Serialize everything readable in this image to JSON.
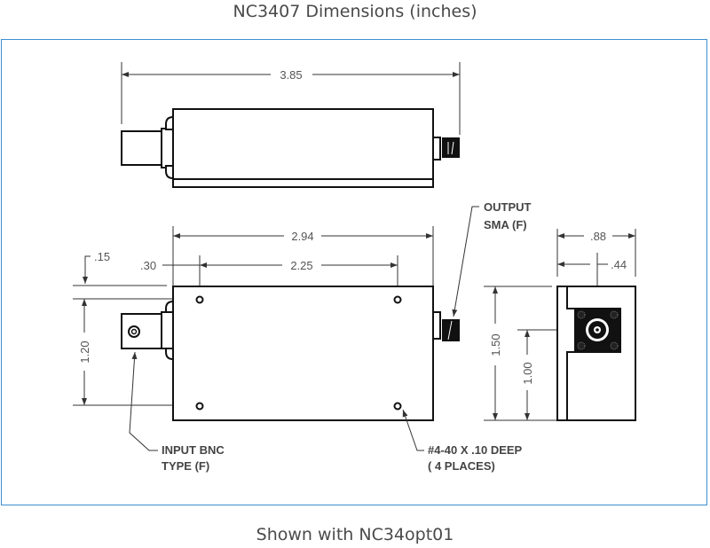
{
  "title": "NC3407 Dimensions (inches)",
  "caption": "Shown with NC34opt01",
  "colors": {
    "frame": "#3d8fd1",
    "line": "#111111",
    "text": "#555555"
  },
  "drawing": {
    "top_view": {
      "overall_length": "3.85"
    },
    "bottom_view": {
      "body_length": "2.94",
      "hole_spacing_x": "2.25",
      "hole_offset_x": ".30",
      "hole_offset_y": ".15",
      "hole_spacing_y": "1.20"
    },
    "end_view": {
      "width": ".88",
      "center_x": ".44",
      "height": "1.50",
      "center_y": "1.00"
    },
    "notes": {
      "output_line1": "OUTPUT",
      "output_line2": "SMA (F)",
      "input_line1": "INPUT BNC",
      "input_line2": "TYPE (F)",
      "holes_line1": "#4-40 X .10 DEEP",
      "holes_line2": "( 4 PLACES)"
    }
  }
}
